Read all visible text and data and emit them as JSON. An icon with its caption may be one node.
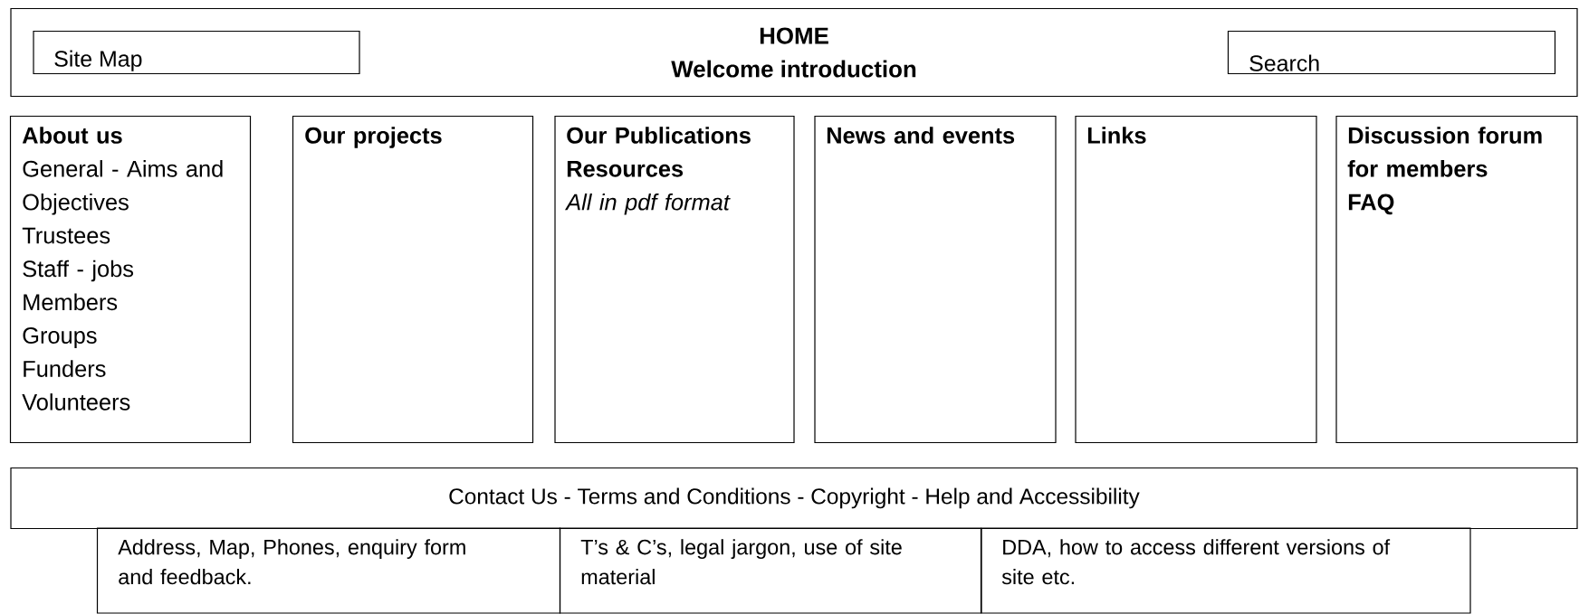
{
  "diagram": {
    "nodes": [
      {
        "text": [
          "HOME",
          "Welcome introduction"
        ]
      },
      {
        "text": [
          "Site Map"
        ],
        "in": 0
      },
      {
        "text": [
          "Search"
        ],
        "in": 0
      },
      {
        "text": [
          "About us",
          "General - Aims and Objectives",
          "Trustees",
          "Staff - jobs",
          "Members",
          "Groups",
          "Funders",
          "Volunteers"
        ]
      },
      {
        "text": [
          "Our projects"
        ]
      },
      {
        "text": [
          "Our Publications",
          "Resources",
          "All in pdf format"
        ]
      },
      {
        "text": [
          "News and events"
        ]
      },
      {
        "text": [
          "Links"
        ]
      },
      {
        "text": [
          "Discussion forum for members",
          "FAQ"
        ]
      },
      {
        "text": [
          "Contact Us - Terms and Conditions - Copyright - Help and Accessibility"
        ]
      },
      {
        "text": [
          "Address, Map, Phones, enquiry form and feedback."
        ]
      },
      {
        "text": [
          "T’s & C’s, legal jargon, use of site material"
        ]
      },
      {
        "text": [
          "DDA, how to access different versions of site etc."
        ]
      }
    ],
    "edges": []
  }
}
